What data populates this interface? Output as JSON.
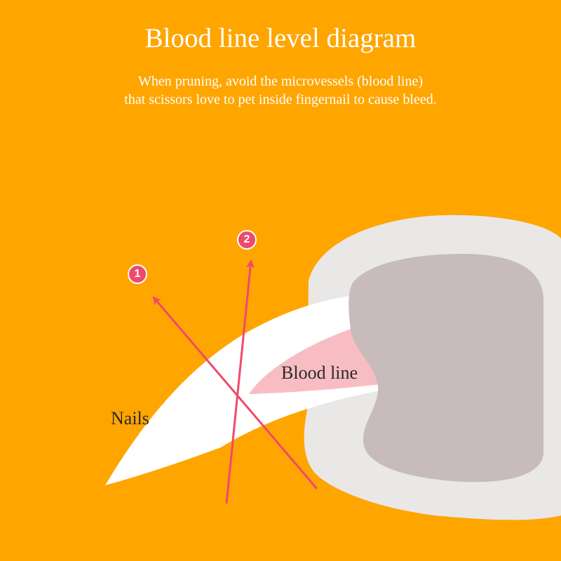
{
  "header": {
    "title": "Blood line level diagram",
    "subtitle_line1": "When pruning, avoid the microvessels (blood line)",
    "subtitle_line2": "that scissors love to pet inside fingernail to cause bleed."
  },
  "labels": {
    "nails": "Nails",
    "blood_line": "Blood line"
  },
  "markers": [
    {
      "number": "1"
    },
    {
      "number": "2"
    }
  ],
  "colors": {
    "background": "#FFA500",
    "text_light": "#FFFFFF",
    "text_dark": "#2A2A2A",
    "arrow": "#EF4A6B",
    "nail": "#FFFFFF",
    "blood_line": "#F7BDC2",
    "paw_rim": "#EAE7E7",
    "paw_pad": "#C7BBBB"
  }
}
